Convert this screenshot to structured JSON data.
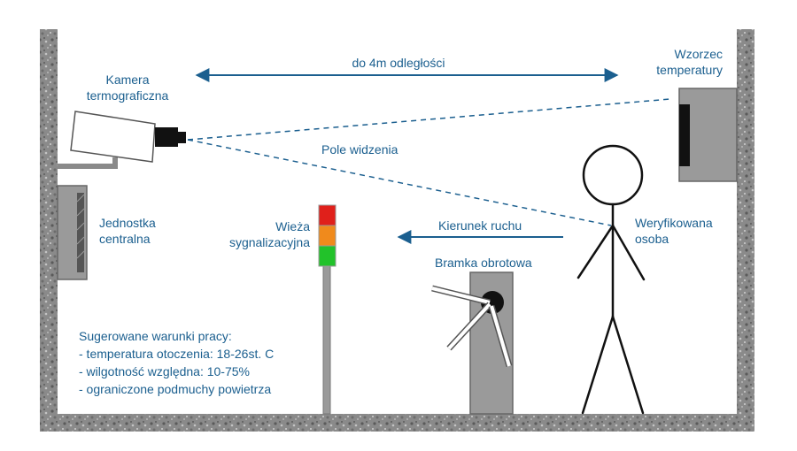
{
  "labels": {
    "camera_line1": "Kamera",
    "camera_line2": "termograficzna",
    "distance": "do 4m odległości",
    "reference_line1": "Wzorzec",
    "reference_line2": "temperatury",
    "field_of_view": "Pole widzenia",
    "central_unit_line1": "Jednostka",
    "central_unit_line2": "centralna",
    "tower_line1": "Wieża",
    "tower_line2": "sygnalizacyjna",
    "direction": "Kierunek ruchu",
    "person_line1": "Weryfikowana",
    "person_line2": "osoba",
    "turnstile": "Bramka obrotowa"
  },
  "conditions": {
    "title": "Sugerowane warunki pracy:",
    "items": [
      "- temperatura otoczenia: 18-26st. C",
      "- wilgotność względna: 10-75%",
      "- ograniczone podmuchy powietrza"
    ]
  },
  "colors": {
    "text": "#1b5f8f",
    "arrow": "#1b5f8f",
    "wall": "#7b7b7b",
    "device_gray": "#9a9a9a",
    "signal_red": "#e0201b",
    "signal_orange": "#f08a1c",
    "signal_green": "#22c22a"
  },
  "icons": [
    "camera-icon",
    "stick-figure-icon",
    "turnstile-icon",
    "signal-tower-icon"
  ]
}
